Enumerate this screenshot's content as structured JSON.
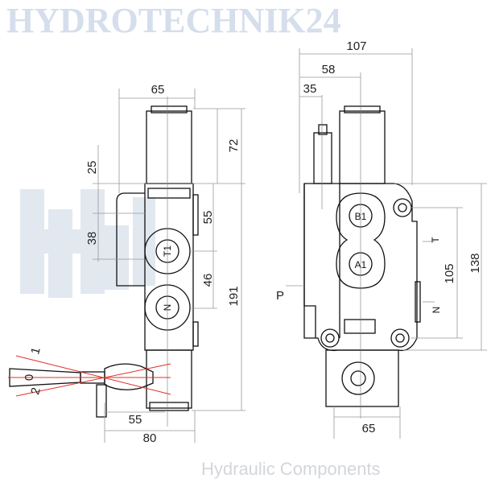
{
  "watermark": {
    "brand": "HYDROTECHNIK24",
    "subtitle": "Hydraulic Components"
  },
  "left_view": {
    "dimensions": {
      "width_top": "65",
      "top_height": "72",
      "offset_25": "25",
      "mid_55": "55",
      "mid_38": "38",
      "mid_46": "46",
      "total_height": "191",
      "lever_55": "55",
      "lever_80": "80"
    },
    "ports": {
      "t1": "T1",
      "n": "N"
    },
    "lever_positions": {
      "p1": "1",
      "p0": "0",
      "p2": "2"
    }
  },
  "right_view": {
    "dimensions": {
      "width_total": "107",
      "width_58": "58",
      "width_35": "35",
      "height_105": "105",
      "height_138": "138",
      "bottom_65": "65"
    },
    "ports": {
      "b1": "B1",
      "a1": "A1",
      "p": "P",
      "t": "T",
      "n": "N"
    }
  }
}
